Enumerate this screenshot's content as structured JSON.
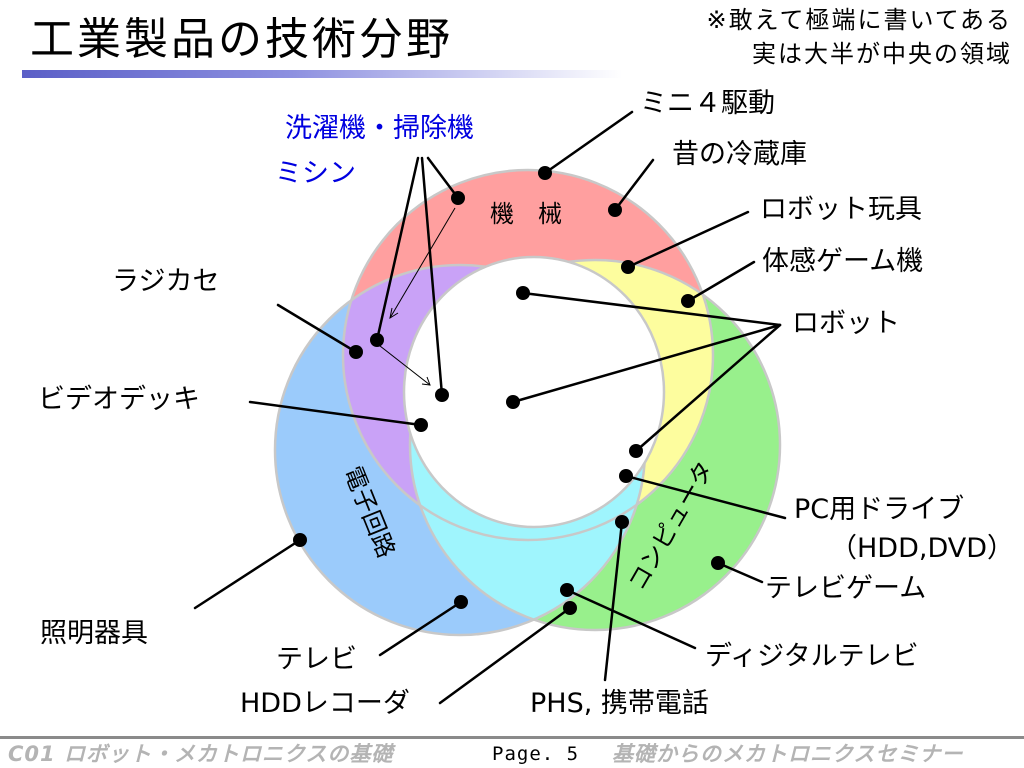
{
  "header": {
    "title": "工業製品の技術分野",
    "note_line1": "※敢えて極端に書いてある",
    "note_line2": "実は大半が中央の領域"
  },
  "colors": {
    "mechanical": "#ff9f9f",
    "electronics": "#9bcbfb",
    "computer": "#98f08c",
    "mech_elec": "#c9a2f7",
    "mech_comp": "#fdfd9e",
    "elec_comp": "#9ff5fd",
    "outline": "#c8c8c8",
    "blue_label": "#0000e0",
    "title_bar": "#5b5fc7"
  },
  "domains": {
    "mechanical": "機　械",
    "electronics": "電子回路",
    "computer": "コンピュータ"
  },
  "labels": {
    "washer": "洗濯機・掃除機",
    "sewing": "ミシン",
    "mini4wd": "ミニ４駆動",
    "old_fridge": "昔の冷蔵庫",
    "robot_toy": "ロボット玩具",
    "motion_game": "体感ゲーム機",
    "robot": "ロボット",
    "radio": "ラジカセ",
    "video": "ビデオデッキ",
    "pc_drive_1": "PC用ドライブ",
    "pc_drive_2": "（HDD,DVD）",
    "tv_game": "テレビゲーム",
    "lighting": "照明器具",
    "digital_tv": "ディジタルテレビ",
    "tv": "テレビ",
    "hdd_recorder": "HDDレコーダ",
    "phs": "PHS,  携帯電話"
  },
  "footer": {
    "left": "C01 ロボット・メカトロニクスの基礎",
    "page": "Page. 5",
    "right": "基礎からのメカトロニクスセミナー"
  }
}
